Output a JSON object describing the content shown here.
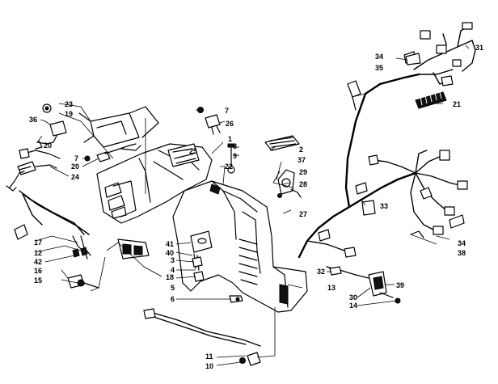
{
  "callouts": [
    {
      "id": "1",
      "label": "1"
    },
    {
      "id": "2",
      "label": "2"
    },
    {
      "id": "3",
      "label": "3"
    },
    {
      "id": "4",
      "label": "4"
    },
    {
      "id": "5",
      "label": "5"
    },
    {
      "id": "6",
      "label": "6"
    },
    {
      "id": "7a",
      "label": "7"
    },
    {
      "id": "7b",
      "label": "7"
    },
    {
      "id": "8",
      "label": "8"
    },
    {
      "id": "9",
      "label": "9"
    },
    {
      "id": "10",
      "label": "10"
    },
    {
      "id": "11",
      "label": "11"
    },
    {
      "id": "12",
      "label": "12"
    },
    {
      "id": "13",
      "label": "13"
    },
    {
      "id": "14",
      "label": "14"
    },
    {
      "id": "15",
      "label": "15"
    },
    {
      "id": "16",
      "label": "16"
    },
    {
      "id": "17",
      "label": "17"
    },
    {
      "id": "18",
      "label": "18"
    },
    {
      "id": "19",
      "label": "19"
    },
    {
      "id": "20a",
      "label": "20"
    },
    {
      "id": "20b",
      "label": "20"
    },
    {
      "id": "21",
      "label": "21"
    },
    {
      "id": "22",
      "label": "22"
    },
    {
      "id": "23",
      "label": "23"
    },
    {
      "id": "24",
      "label": "24"
    },
    {
      "id": "25",
      "label": "25"
    },
    {
      "id": "26",
      "label": "26"
    },
    {
      "id": "27",
      "label": "27"
    },
    {
      "id": "28",
      "label": "28"
    },
    {
      "id": "29",
      "label": "29"
    },
    {
      "id": "30",
      "label": "30"
    },
    {
      "id": "31",
      "label": "31"
    },
    {
      "id": "32",
      "label": "32"
    },
    {
      "id": "33",
      "label": "33"
    },
    {
      "id": "34a",
      "label": "34"
    },
    {
      "id": "34b",
      "label": "34"
    },
    {
      "id": "35",
      "label": "35"
    },
    {
      "id": "36",
      "label": "36"
    },
    {
      "id": "37",
      "label": "37"
    },
    {
      "id": "38",
      "label": "38"
    },
    {
      "id": "39",
      "label": "39"
    },
    {
      "id": "40",
      "label": "40"
    },
    {
      "id": "41",
      "label": "41"
    },
    {
      "id": "42",
      "label": "42"
    }
  ]
}
